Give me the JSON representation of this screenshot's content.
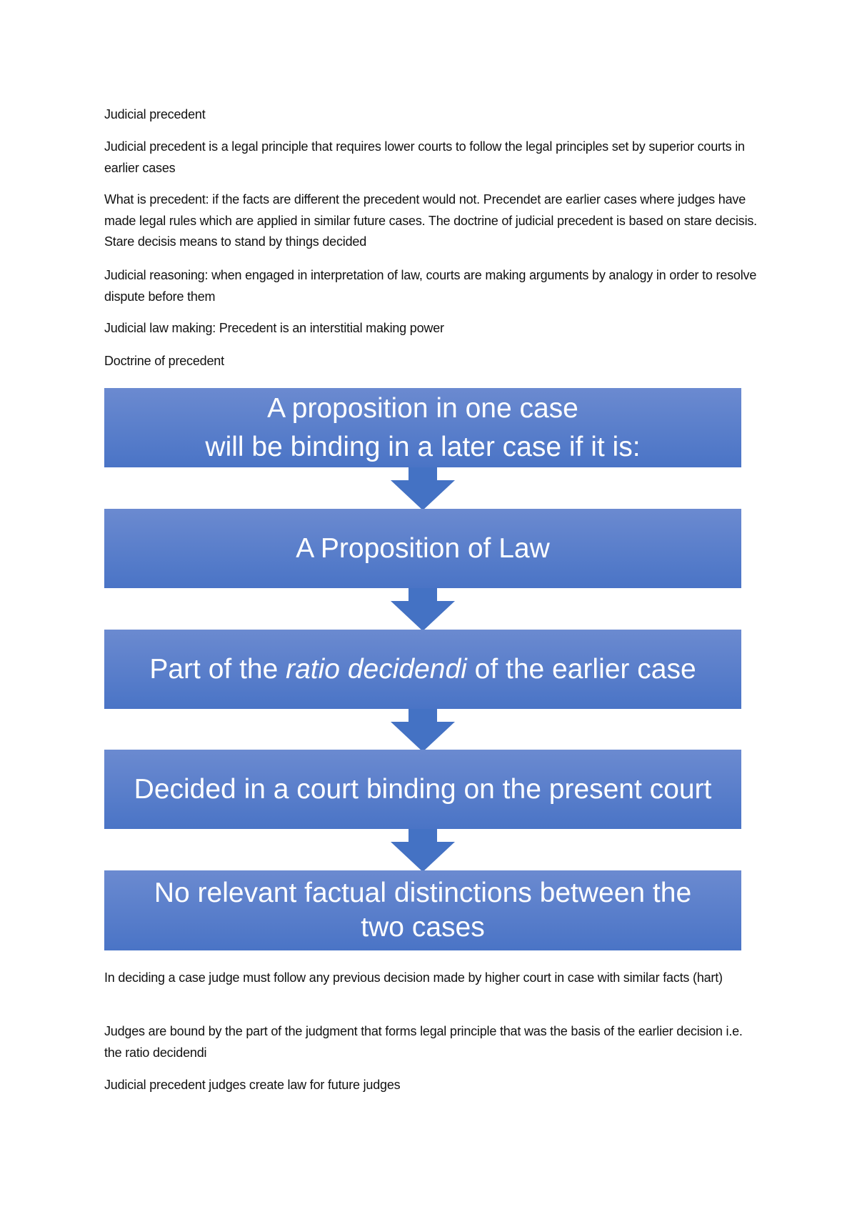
{
  "document": {
    "title": "Judicial precedent",
    "paragraphs_top": [
      "Judicial precedent is a legal principle that requires lower courts to follow the legal principles set by superior courts in earlier cases",
      "What is precedent: if the facts are different the precedent would not. Precendet are earlier cases where judges have made legal rules which are applied in similar future cases. The doctrine of judicial precedent is based on stare decisis. Stare decisis means to stand by things decided",
      "Judicial reasoning: when engaged in interpretation of law, courts are making arguments by analogy in order to resolve dispute before them",
      "Judicial law making: Precedent is an interstitial making power",
      "Doctrine of precedent"
    ],
    "flow": {
      "step1_line1": "A proposition in one case",
      "step1_line2": "will be binding in a later case if it is:",
      "step2": "A Proposition of Law",
      "step3_pre": "Part of the ",
      "step3_italic": "ratio decidendi",
      "step3_post": " of the earlier case",
      "step4": "Decided in a court binding on the present court",
      "step5": "No relevant factual distinctions between the two cases",
      "box_color": "#4a74c6",
      "arrow_color": "#4472c4"
    },
    "paragraphs_bottom": [
      "In deciding a case judge must follow any previous decision made by higher court in case with similar facts (hart)",
      "Judges are bound by the part of the judgment that forms legal principle that was the basis of the earlier decision i.e. the ratio decidendi",
      "Judicial precedent judges create law for future judges"
    ]
  }
}
